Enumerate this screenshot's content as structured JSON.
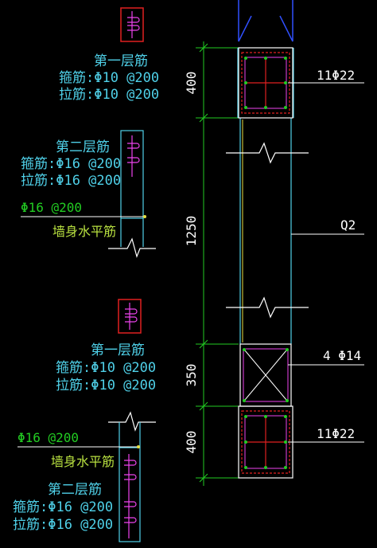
{
  "colors": {
    "background": "#000000",
    "cyan": "#4fd0e8",
    "green": "#22cc22",
    "yellowgreen": "#b8e040",
    "white": "#ffffff",
    "red": "#e02020",
    "magenta": "#ee44ee",
    "blue": "#3050ff",
    "yellow": "#e8e040",
    "gray": "#bbbbbb"
  },
  "left_notes": {
    "block1": {
      "title": "第一层筋",
      "stirrup": "箍筋:Φ10 @200",
      "tie": "拉筋:Φ10 @200"
    },
    "block2": {
      "title": "第二层筋",
      "stirrup": "箍筋:Φ16 @200",
      "tie": "拉筋:Φ16 @200"
    },
    "wall_bar1": {
      "spec": "Φ16 @200",
      "label": "墙身水平筋"
    },
    "block3": {
      "title": "第一层筋",
      "stirrup": "箍筋:Φ10 @200",
      "tie": "拉筋:Φ10 @200"
    },
    "wall_bar2": {
      "spec": "Φ16 @200",
      "label": "墙身水平筋"
    },
    "block4": {
      "title": "第二层筋",
      "stirrup": "箍筋:Φ16 @200",
      "tie": "拉筋:Φ16 @200"
    }
  },
  "dimensions": {
    "d1": "400",
    "d2": "1250",
    "d3": "350",
    "d4": "400"
  },
  "callouts": {
    "top_column_bars": "11Φ22",
    "wall_label": "Q2",
    "coupling_bars": "4 Φ14",
    "bottom_column_bars": "11Φ22"
  }
}
